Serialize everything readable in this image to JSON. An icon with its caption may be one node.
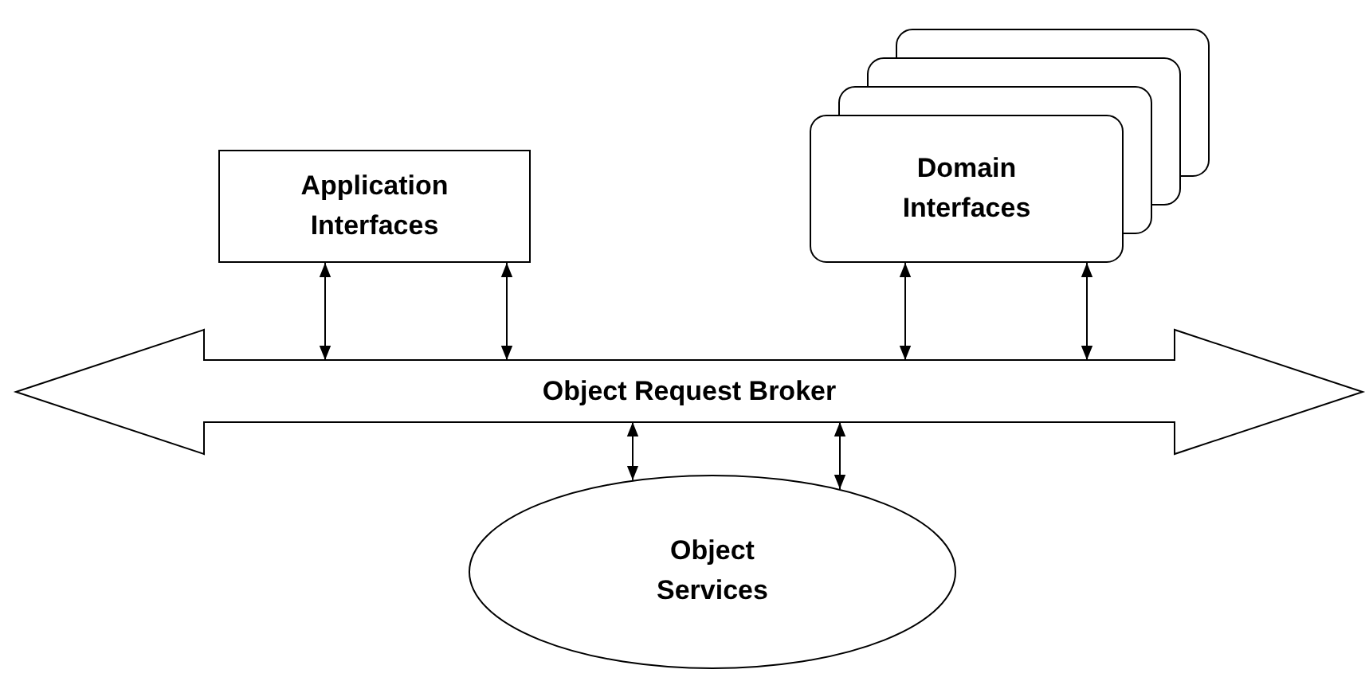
{
  "diagram": {
    "nodes": [
      {
        "text": [
          "Application Interfaces"
        ]
      },
      {
        "text": [
          "Domain Interfaces"
        ]
      },
      {
        "text": [
          "Object Request Broker"
        ]
      },
      {
        "text": [
          "Object Services"
        ]
      }
    ],
    "edges": [
      {
        "from": 0,
        "to": 2,
        "arrow": "both"
      },
      {
        "from": 0,
        "to": 2,
        "arrow": "both"
      },
      {
        "from": 1,
        "to": 2,
        "arrow": "both"
      },
      {
        "from": 1,
        "to": 2,
        "arrow": "both"
      },
      {
        "from": 2,
        "to": 3,
        "arrow": "both"
      },
      {
        "from": 2,
        "to": 3,
        "arrow": "both"
      }
    ]
  }
}
